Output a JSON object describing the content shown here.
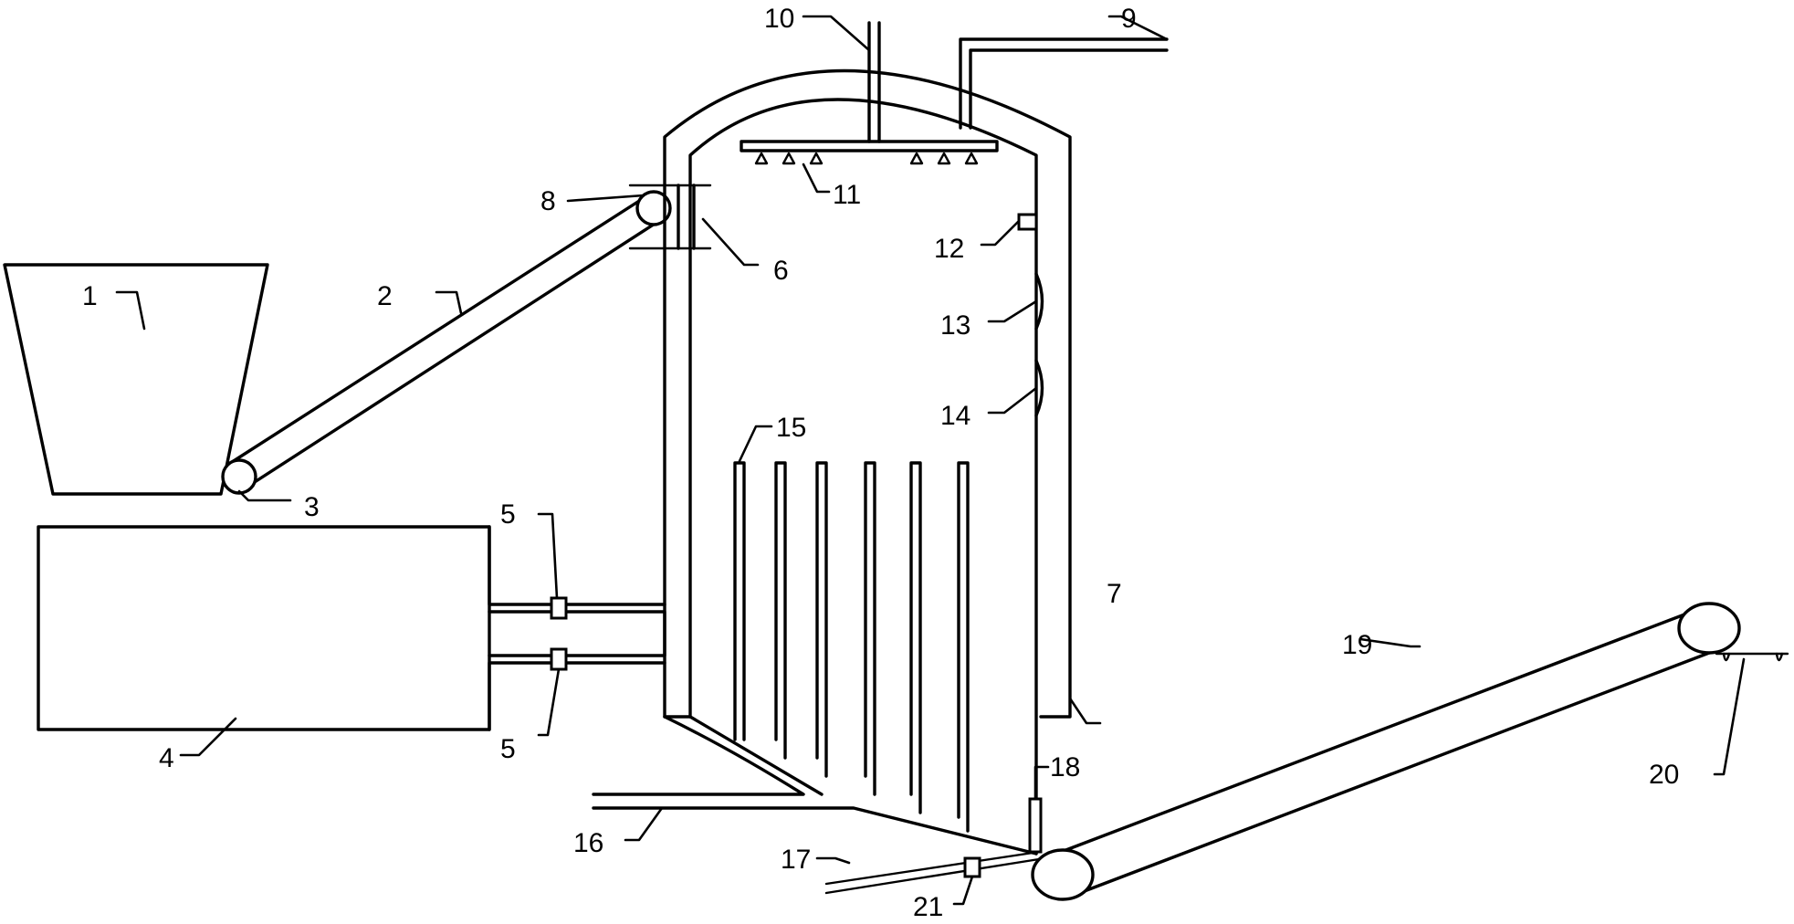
{
  "labels": {
    "n1": "1",
    "n2": "2",
    "n3": "3",
    "n4": "4",
    "n5_top": "5",
    "n5_bottom": "5",
    "n6": "6",
    "n7": "7",
    "n8": "8",
    "n9": "9",
    "n10": "10",
    "n11": "11",
    "n12": "12",
    "n13": "13",
    "n14": "14",
    "n15": "15",
    "n16": "16",
    "n17": "17",
    "n18": "18",
    "n19": "19",
    "n20": "20",
    "n21": "21"
  }
}
